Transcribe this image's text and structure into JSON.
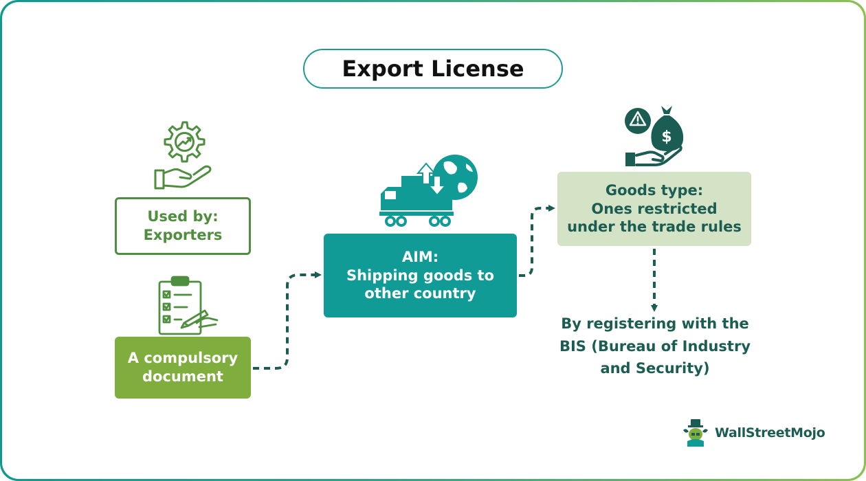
{
  "title": "Export License",
  "used_by": {
    "label": "Used by:",
    "value": "Exporters"
  },
  "document": {
    "line1": "A compulsory",
    "line2": "document"
  },
  "aim": {
    "label": "AIM:",
    "line1": "Shipping goods to",
    "line2": "other country"
  },
  "goods": {
    "label": "Goods type:",
    "line1": "Ones restricted",
    "line2": "under the trade rules"
  },
  "registration": {
    "line1": "By registering with the",
    "line2": "BIS (Bureau of Industry",
    "line3": "and Security)"
  },
  "brand": {
    "name": "WallStreetMojo"
  },
  "icons": [
    "gear-growth-hand-icon",
    "checklist-clipboard-icon",
    "truck-globe-icon",
    "money-bag-warning-icon",
    "brand-mascot-icon"
  ],
  "colors": {
    "teal": "#109b96",
    "dark_teal": "#1b5d52",
    "green": "#4f8e3e",
    "olive_green": "#7fae3f",
    "pale_green": "#d4e2c6"
  }
}
